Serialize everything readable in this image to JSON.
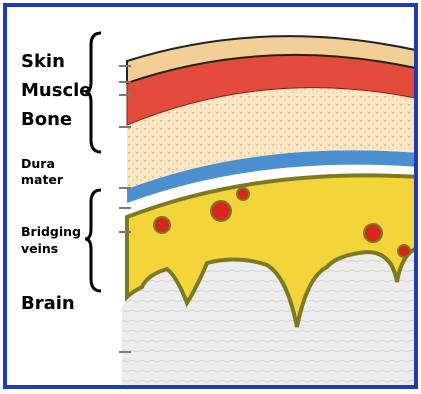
{
  "labels": {
    "skin": "Skin",
    "muscle": "Muscle",
    "bone": "Bone",
    "dura_line1": "Dura",
    "dura_line2": "mater",
    "bridging_line1": "Bridging",
    "bridging_line2": "veins",
    "brain": "Brain"
  },
  "colors": {
    "frame_border": "#1d3cb4",
    "skin": "#f1cf96",
    "muscle": "#e24a3c",
    "bone": "#fbe7c6",
    "dura": "#4c8fd0",
    "subdural": "#f3d43a",
    "vein": "#d8261d",
    "vessel_outline": "#7b7a22",
    "brain": "#e6e6e6"
  }
}
